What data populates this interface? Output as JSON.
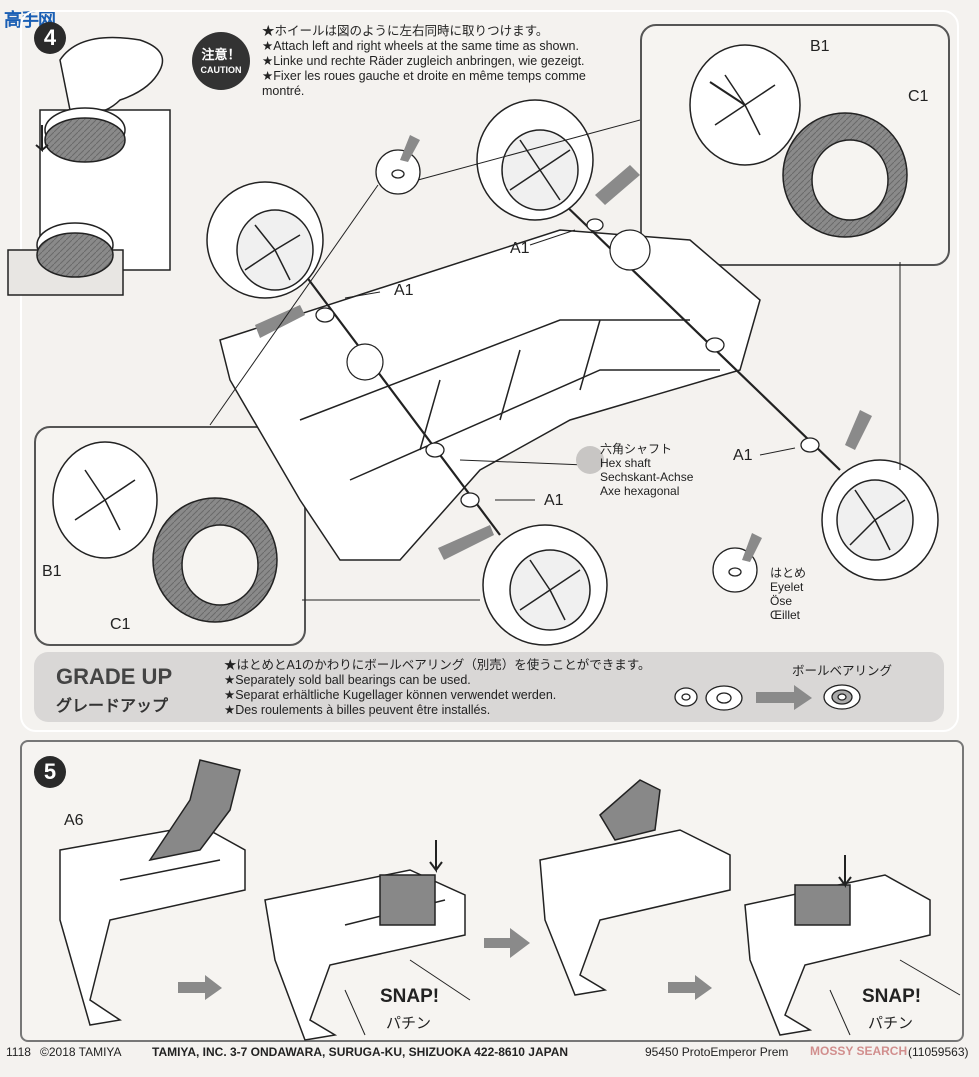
{
  "watermark": {
    "logo_text": "高手网"
  },
  "step4": {
    "number": "4",
    "caution": {
      "jp": "注意！",
      "en": "CAUTION"
    },
    "notes": [
      "★ホイールは図のように左右同時に取りつけます。",
      "★Attach left and right wheels at the same time as shown.",
      "★Linke und rechte Räder zugleich anbringen, wie gezeigt.",
      "★Fixer les roues gauche et droite en même temps comme",
      "montré."
    ],
    "labels": {
      "a1_top": "A1",
      "a1_left": "A1",
      "a1_mid": "A1",
      "a1_right": "A1",
      "b1_top": "B1",
      "c1_top": "C1",
      "b1_left": "B1",
      "c1_left": "C1"
    },
    "hex_shaft": [
      "六角シャフト",
      "Hex shaft",
      "Sechskant-Achse",
      "Axe hexagonal"
    ],
    "eyelet": [
      "はとめ",
      "Eyelet",
      "Öse",
      "Œillet"
    ]
  },
  "grade_up": {
    "title": "GRADE UP",
    "subtitle": "グレードアップ",
    "lines": [
      "★はとめとA1のかわりにボールベアリング（別売）を使うことができます。",
      "★Separately sold ball bearings can be used.",
      "★Separat erhältliche Kugellager können verwendet werden.",
      "★Des roulements à billes peuvent être installés."
    ],
    "ball_bearing_label": "ボールベアリング"
  },
  "step5": {
    "number": "5",
    "a6_label": "A6",
    "snap_left": "SNAP!",
    "snap_left_jp": "パチン",
    "snap_right": "SNAP!",
    "snap_right_jp": "パチン"
  },
  "footer": {
    "page": "1118",
    "copyright": "©2018 TAMIYA",
    "address": "TAMIYA, INC.  3-7 ONDAWARA, SURUGA-KU, SHIZUOKA 422-8610 JAPAN",
    "product": "95450 ProtoEmperor Prem",
    "part_code": "(11059563)",
    "overlay_text": "MOSSY SEARCH"
  },
  "colors": {
    "line": "#222222",
    "panel_border": "#555555",
    "gray_fill": "#8a8a8a",
    "grade_bg": "#d9d7d6"
  }
}
